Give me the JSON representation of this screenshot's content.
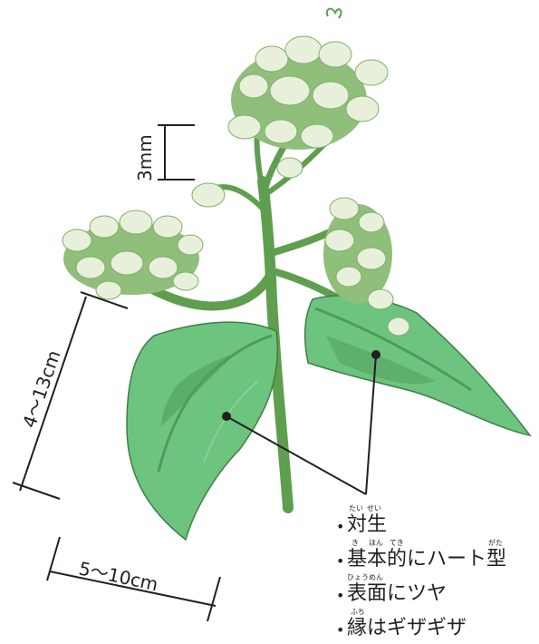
{
  "dimensions": {
    "flower": "3mm",
    "leaf_length": "4〜13cm",
    "leaf_width": "5〜10cm"
  },
  "notes": [
    {
      "text": "対生",
      "ruby": [
        "たい",
        "せい"
      ]
    },
    {
      "text": "基本的にハート型",
      "ruby": [
        "き",
        "ほん",
        "てき",
        "がた"
      ]
    },
    {
      "text": "表面にツヤ",
      "ruby": [
        "ひょう",
        "めん"
      ]
    },
    {
      "text": "縁はギザギザ",
      "ruby": [
        "ふち"
      ]
    }
  ],
  "bullet": "•",
  "colors": {
    "leaf": "#6cc47e",
    "leaf_dark": "#4f9a5a",
    "stem": "#5f9e4e",
    "flower": "#e8f0dc",
    "flower_shade": "#8fbf7a",
    "line": "#231f20"
  },
  "icons": [
    "plant-illustration"
  ]
}
